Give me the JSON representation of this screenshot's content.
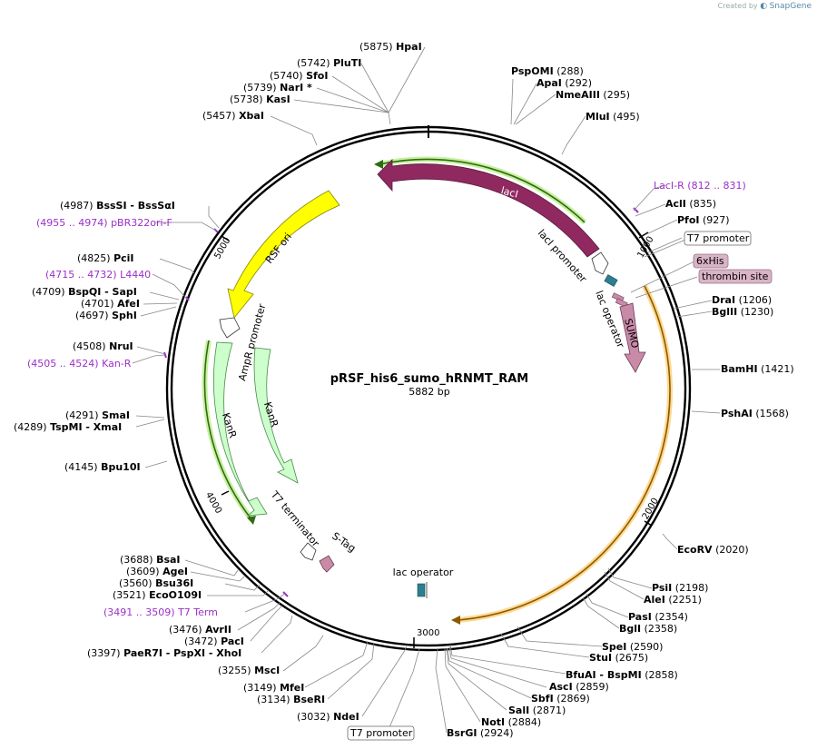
{
  "watermark": {
    "prefix": "Created by",
    "brand": "SnapGene"
  },
  "plasmid": {
    "name": "pRSF_his6_sumo_hRNMT_RAM",
    "length_label": "5882 bp",
    "length": 5882
  },
  "ticks": [
    "1000",
    "2000",
    "3000",
    "4000",
    "5000"
  ],
  "features": [
    {
      "id": "lacI",
      "label": "lacI",
      "start": 1080,
      "end": 5882,
      "dir": "rev",
      "color": "#8f2960",
      "ring": 0
    },
    {
      "id": "rsf-ori",
      "label": "RSF ori",
      "start": 4460,
      "end": 5200,
      "dir": "rev",
      "color": "#ffff00",
      "ring": 0
    },
    {
      "id": "sumo",
      "label": "SUMO",
      "start": 1240,
      "end": 1510,
      "dir": "fwd",
      "color": "#c98aa8",
      "ring": 1
    },
    {
      "id": "kanr-outer",
      "label": "KanR",
      "start": 3780,
      "end": 4520,
      "dir": "rev",
      "color": "#ccffcc",
      "ring": 1
    },
    {
      "id": "kanr-inner",
      "label": "KanR",
      "start": 3780,
      "end": 4520,
      "dir": "rev",
      "color": "#ccffcc",
      "ring": 2
    }
  ],
  "feature_text": {
    "laci_promoter": "lacI promoter",
    "lac_operator_1": "lac operator",
    "ampr_promoter": "AmpR promoter",
    "t7_terminator": "T7 terminator",
    "s_tag": "S-Tag",
    "lac_operator_2": "lac operator"
  },
  "boxed_labels": {
    "t7_promoter_top": "T7 promoter",
    "his6": "6xHis",
    "thrombin": "thrombin site",
    "t7_promoter_bottom": "T7 promoter"
  },
  "sites": [
    {
      "pos": "(5875)",
      "name": "HpaI"
    },
    {
      "pos": "(5742)",
      "name": "PluTI"
    },
    {
      "pos": "(5740)",
      "name": "SfoI"
    },
    {
      "pos": "(5739)",
      "name": "NarI *"
    },
    {
      "pos": "(5738)",
      "name": "KasI"
    },
    {
      "pos": "(5457)",
      "name": "XbaI"
    },
    {
      "pos": "(288)",
      "name": "PspOMI"
    },
    {
      "pos": "(292)",
      "name": "ApaI"
    },
    {
      "pos": "(295)",
      "name": "NmeAIII"
    },
    {
      "pos": "(495)",
      "name": "MluI"
    },
    {
      "pos": "(835)",
      "name": "AclI"
    },
    {
      "pos": "(927)",
      "name": "PfoI"
    },
    {
      "pos": "(1206)",
      "name": "DraI"
    },
    {
      "pos": "(1230)",
      "name": "BglII"
    },
    {
      "pos": "(1421)",
      "name": "BamHI"
    },
    {
      "pos": "(1568)",
      "name": "PshAI"
    },
    {
      "pos": "(2020)",
      "name": "EcoRV"
    },
    {
      "pos": "(2198)",
      "name": "PsiI"
    },
    {
      "pos": "(2251)",
      "name": "AleI"
    },
    {
      "pos": "(2354)",
      "name": "PasI"
    },
    {
      "pos": "(2358)",
      "name": "BglI"
    },
    {
      "pos": "(2590)",
      "name": "SpeI"
    },
    {
      "pos": "(2675)",
      "name": "StuI"
    },
    {
      "pos": "(2858)",
      "name": "BfuAI - BspMI"
    },
    {
      "pos": "(2859)",
      "name": "AscI"
    },
    {
      "pos": "(2869)",
      "name": "SbfI"
    },
    {
      "pos": "(2871)",
      "name": "SalI"
    },
    {
      "pos": "(2884)",
      "name": "NotI"
    },
    {
      "pos": "(2924)",
      "name": "BsrGI"
    },
    {
      "pos": "(4987)",
      "name": "BssSI - BssSαI"
    },
    {
      "pos": "(4825)",
      "name": "PciI"
    },
    {
      "pos": "(4709)",
      "name": "BspQI - SapI"
    },
    {
      "pos": "(4701)",
      "name": "AfeI"
    },
    {
      "pos": "(4697)",
      "name": "SphI"
    },
    {
      "pos": "(4508)",
      "name": "NruI"
    },
    {
      "pos": "(4291)",
      "name": "SmaI"
    },
    {
      "pos": "(4289)",
      "name": "TspMI - XmaI"
    },
    {
      "pos": "(4145)",
      "name": "Bpu10I"
    },
    {
      "pos": "(3688)",
      "name": "BsaI"
    },
    {
      "pos": "(3609)",
      "name": "AgeI"
    },
    {
      "pos": "(3560)",
      "name": "Bsu36I"
    },
    {
      "pos": "(3521)",
      "name": "EcoO109I"
    },
    {
      "pos": "(3476)",
      "name": "AvrII"
    },
    {
      "pos": "(3472)",
      "name": "PacI"
    },
    {
      "pos": "(3397)",
      "name": "PaeR7I - PspXI - XhoI"
    },
    {
      "pos": "(3255)",
      "name": "MscI"
    },
    {
      "pos": "(3149)",
      "name": "MfeI"
    },
    {
      "pos": "(3134)",
      "name": "BseRI"
    },
    {
      "pos": "(3032)",
      "name": "NdeI"
    }
  ],
  "primers": [
    {
      "name": "LacI-R",
      "range": "(812 .. 831)"
    },
    {
      "name": "pBR322ori-F",
      "range": "(4955 .. 4974)"
    },
    {
      "name": "L4440",
      "range": "(4715 .. 4732)"
    },
    {
      "name": "Kan-R",
      "range": "(4505 .. 4524)"
    },
    {
      "name": "T7 Term",
      "range": "(3491 .. 3509)"
    }
  ]
}
